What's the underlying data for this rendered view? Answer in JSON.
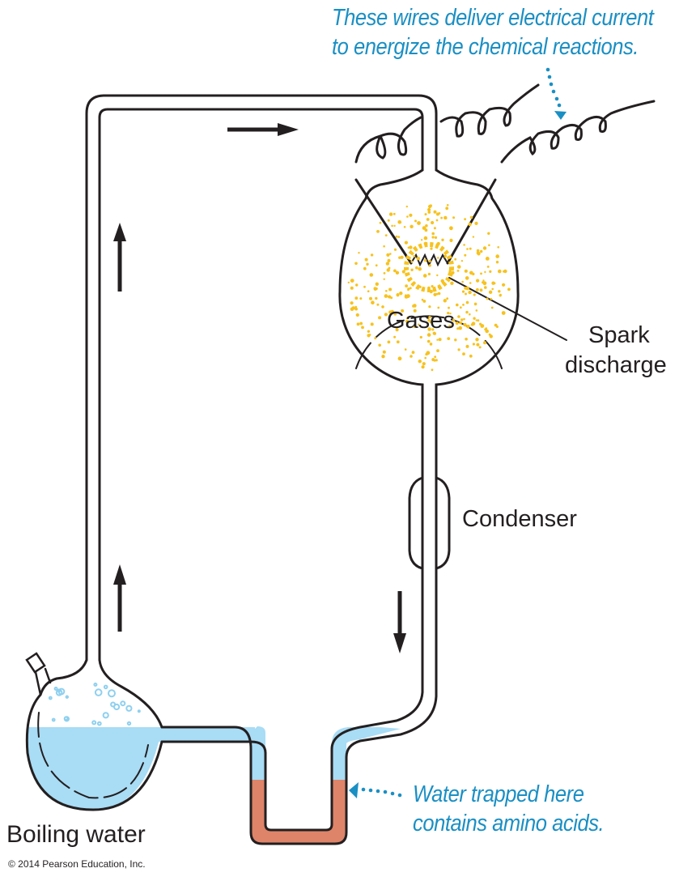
{
  "diagram": {
    "title": "Miller-Urey apparatus",
    "labels": {
      "gases": "Gases",
      "spark_line1": "Spark",
      "spark_line2": "discharge",
      "condenser": "Condenser",
      "boiling_water": "Boiling water"
    },
    "annotations": {
      "wires_line1": "These wires deliver electrical current",
      "wires_line2": "to energize the chemical reactions.",
      "trap_line1": "Water trapped here",
      "trap_line2": "contains amino acids."
    },
    "flow_arrows": [
      "up",
      "up",
      "right",
      "down"
    ],
    "copyright": "© 2014 Pearson Education, Inc.",
    "colors": {
      "annotation_blue": "#1a8fc4",
      "water_blue": "#a9dcf5",
      "trap_red": "#de8469",
      "gas_yellow": "#f7c21e",
      "line": "#231f20"
    }
  }
}
